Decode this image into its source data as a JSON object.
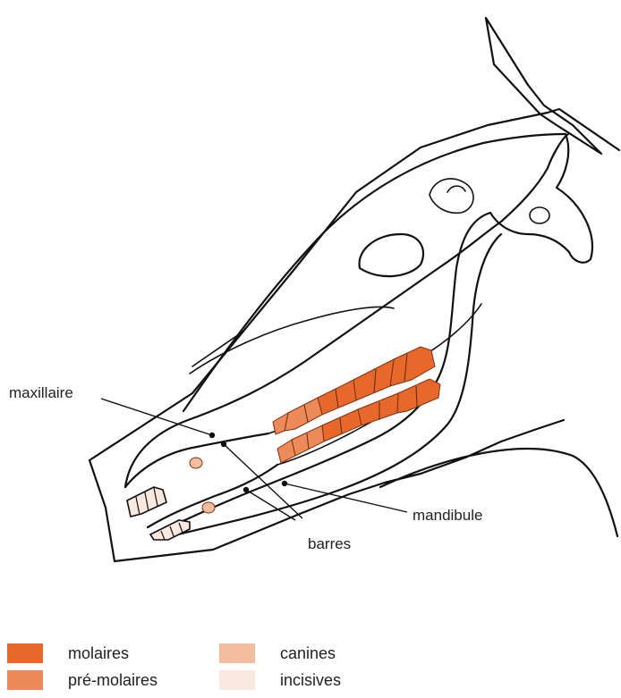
{
  "labels": {
    "maxillaire": "maxillaire",
    "mandibule": "mandibule",
    "barres": "barres"
  },
  "legend": [
    {
      "label": "molaires",
      "color": "#E8672A"
    },
    {
      "label": "canines",
      "color": "#F4BE9E"
    },
    {
      "label": "pré-molaires",
      "color": "#EE8A57"
    },
    {
      "label": "incisives",
      "color": "#FBE9DF"
    }
  ],
  "colors": {
    "molaires": "#E8672A",
    "pre_molaires": "#EE8A57",
    "canines": "#F4BE9E",
    "incisives": "#FBE9DF",
    "outline": "#111111"
  }
}
